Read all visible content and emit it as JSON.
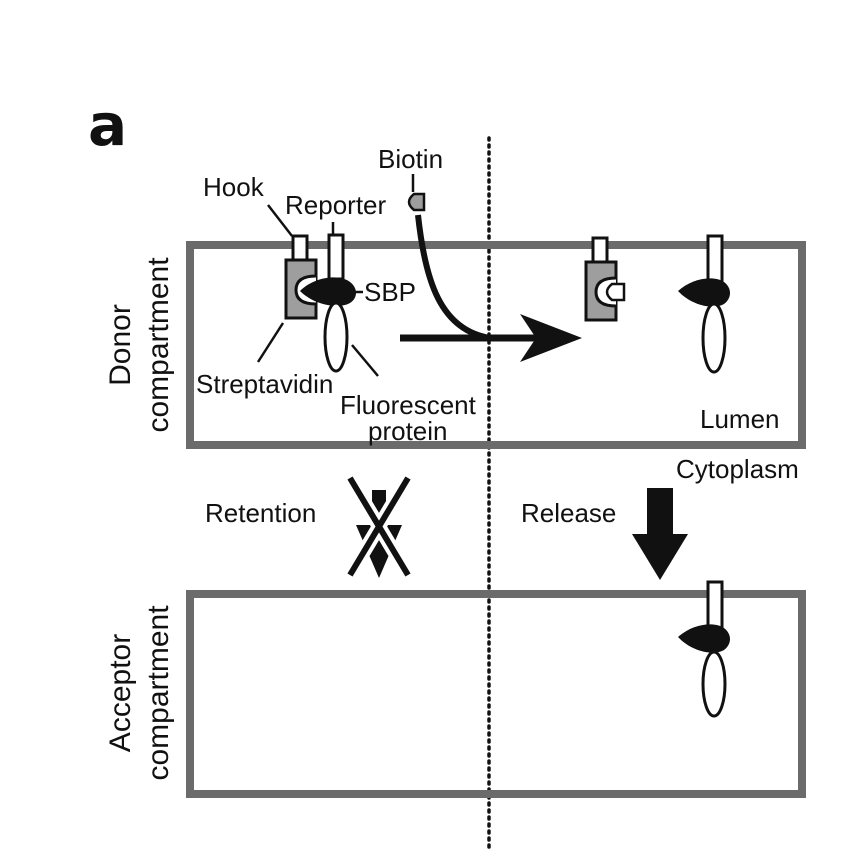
{
  "panel_label": "a",
  "compartments": {
    "donor": {
      "line1": "Donor",
      "line2": "compartment"
    },
    "acceptor": {
      "line1": "Acceptor",
      "line2": "compartment"
    }
  },
  "labels": {
    "hook": "Hook",
    "reporter": "Reporter",
    "biotin": "Biotin",
    "sbp": "SBP",
    "streptavidin": "Streptavidin",
    "fluorescent_line1": "Fluorescent",
    "fluorescent_line2": "protein",
    "lumen": "Lumen",
    "cytoplasm": "Cytoplasm",
    "retention": "Retention",
    "release": "Release"
  },
  "colors": {
    "membrane": "#6b6b6b",
    "streptavidin_fill": "#9e9e9e",
    "ink": "#111111"
  }
}
